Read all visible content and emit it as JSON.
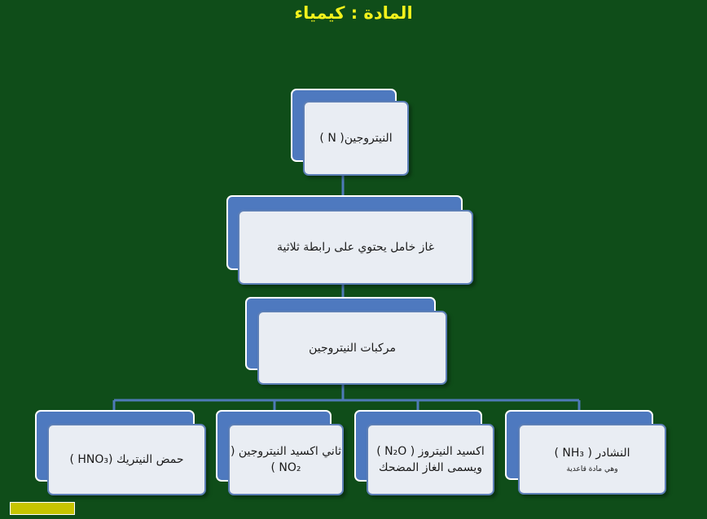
{
  "header": {
    "title": "المادة : كيمياء"
  },
  "diagram": {
    "root": {
      "label": "النيتروجين( N )"
    },
    "description": {
      "label": "غاز خامل يحتوي على رابطة ثلاثية"
    },
    "compounds": {
      "label": "مركبات النيتروجين"
    },
    "children": [
      {
        "label": "النشادر ( NH₃ )",
        "sublabel": "وهي مادة قاعدية"
      },
      {
        "label": "اكسيد النيتروز ( N₂O )",
        "sublabel": "ويسمى الغاز المضحك"
      },
      {
        "label": "ثاني اكسيد النيتروجين ( NO₂ )"
      },
      {
        "label": "حمض النيتريك (HNO₃ )"
      }
    ]
  },
  "colors": {
    "background": "#0f4d19",
    "title": "#f2f21c",
    "box_back": "#4e79bf",
    "box_front": "#e9edf3",
    "connector": "#4f7ab8"
  }
}
